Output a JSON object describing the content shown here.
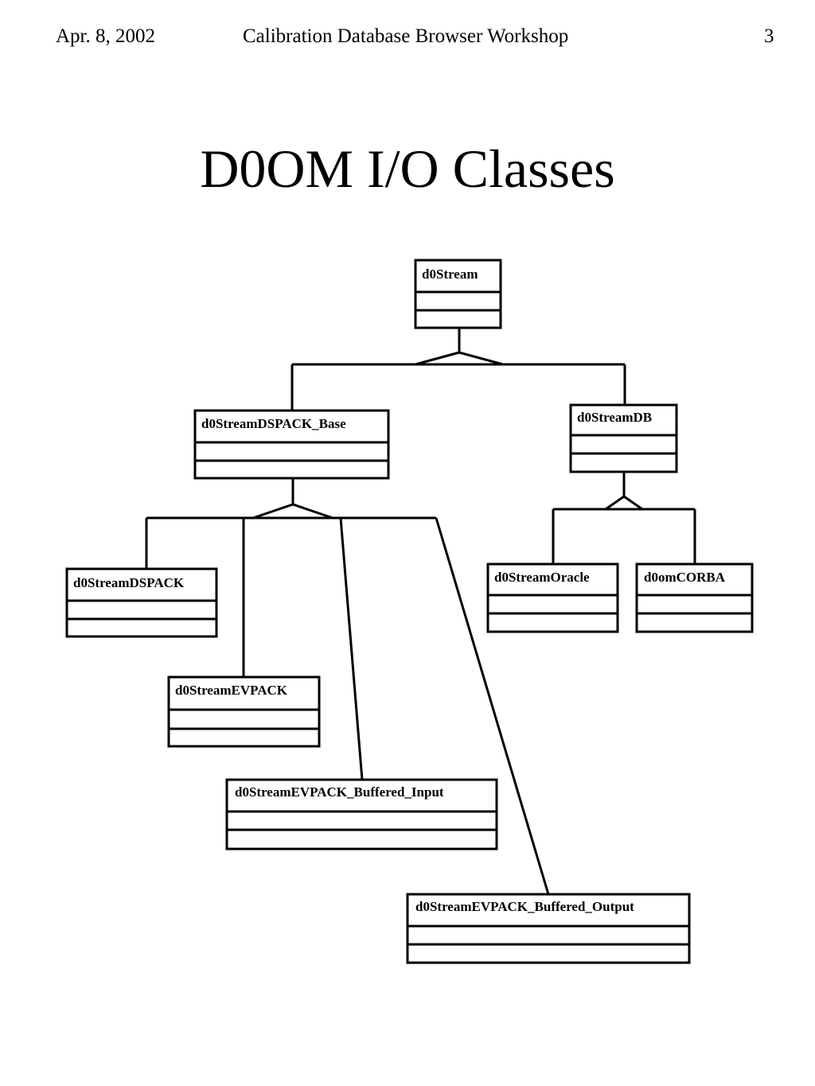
{
  "header": {
    "date": "Apr. 8, 2002",
    "title": "Calibration Database Browser Workshop",
    "page_number": "3"
  },
  "slide": {
    "title": "D0OM I/O Classes"
  },
  "diagram": {
    "classes": [
      {
        "id": "d0Stream",
        "name": "d0Stream"
      },
      {
        "id": "d0StreamDSPACK_Base",
        "name": "d0StreamDSPACK_Base"
      },
      {
        "id": "d0StreamDB",
        "name": "d0StreamDB"
      },
      {
        "id": "d0StreamDSPACK",
        "name": "d0StreamDSPACK"
      },
      {
        "id": "d0StreamEVPACK",
        "name": "d0StreamEVPACK"
      },
      {
        "id": "d0StreamEVPACK_Buffered_Input",
        "name": "d0StreamEVPACK_Buffered_Input"
      },
      {
        "id": "d0StreamEVPACK_Buffered_Output",
        "name": "d0StreamEVPACK_Buffered_Output"
      },
      {
        "id": "d0StreamOracle",
        "name": "d0StreamOracle"
      },
      {
        "id": "d0omCORBA",
        "name": "d0omCORBA"
      }
    ],
    "inheritance": [
      {
        "parent": "d0Stream",
        "children": [
          "d0StreamDSPACK_Base",
          "d0StreamDB"
        ]
      },
      {
        "parent": "d0StreamDSPACK_Base",
        "children": [
          "d0StreamDSPACK",
          "d0StreamEVPACK",
          "d0StreamEVPACK_Buffered_Input",
          "d0StreamEVPACK_Buffered_Output"
        ]
      },
      {
        "parent": "d0StreamDB",
        "children": [
          "d0StreamOracle",
          "d0omCORBA"
        ]
      }
    ]
  }
}
